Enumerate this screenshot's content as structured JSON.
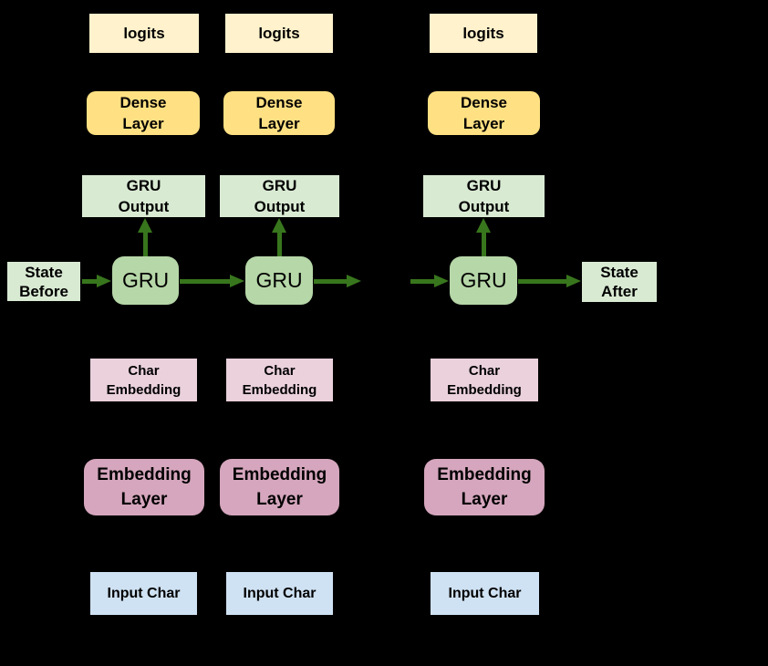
{
  "diagram": {
    "description": "Character-level GRU recurrent network architecture, 3 unrolled timesteps",
    "timesteps": 3,
    "colors": {
      "background": "#000000",
      "arrow": "#38761D",
      "logits": "#FFF2CC",
      "dense": "#FFE183",
      "gru_output": "#D9EAD3",
      "gru": "#B6D7A8",
      "state": "#D9EAD3",
      "char_embedding": "#EAD1DC",
      "embedding_layer": "#D5A6BD",
      "input_char": "#CFE2F3"
    },
    "labels": {
      "logits": "logits",
      "dense": "Dense\nLayer",
      "gru_output": "GRU\nOutput",
      "gru": "GRU",
      "state_before": "State\nBefore",
      "state_after": "State\nAfter",
      "char_embedding": "Char\nEmbedding",
      "embedding_layer": "Embedding\nLayer",
      "input_char": "Input Char"
    }
  }
}
